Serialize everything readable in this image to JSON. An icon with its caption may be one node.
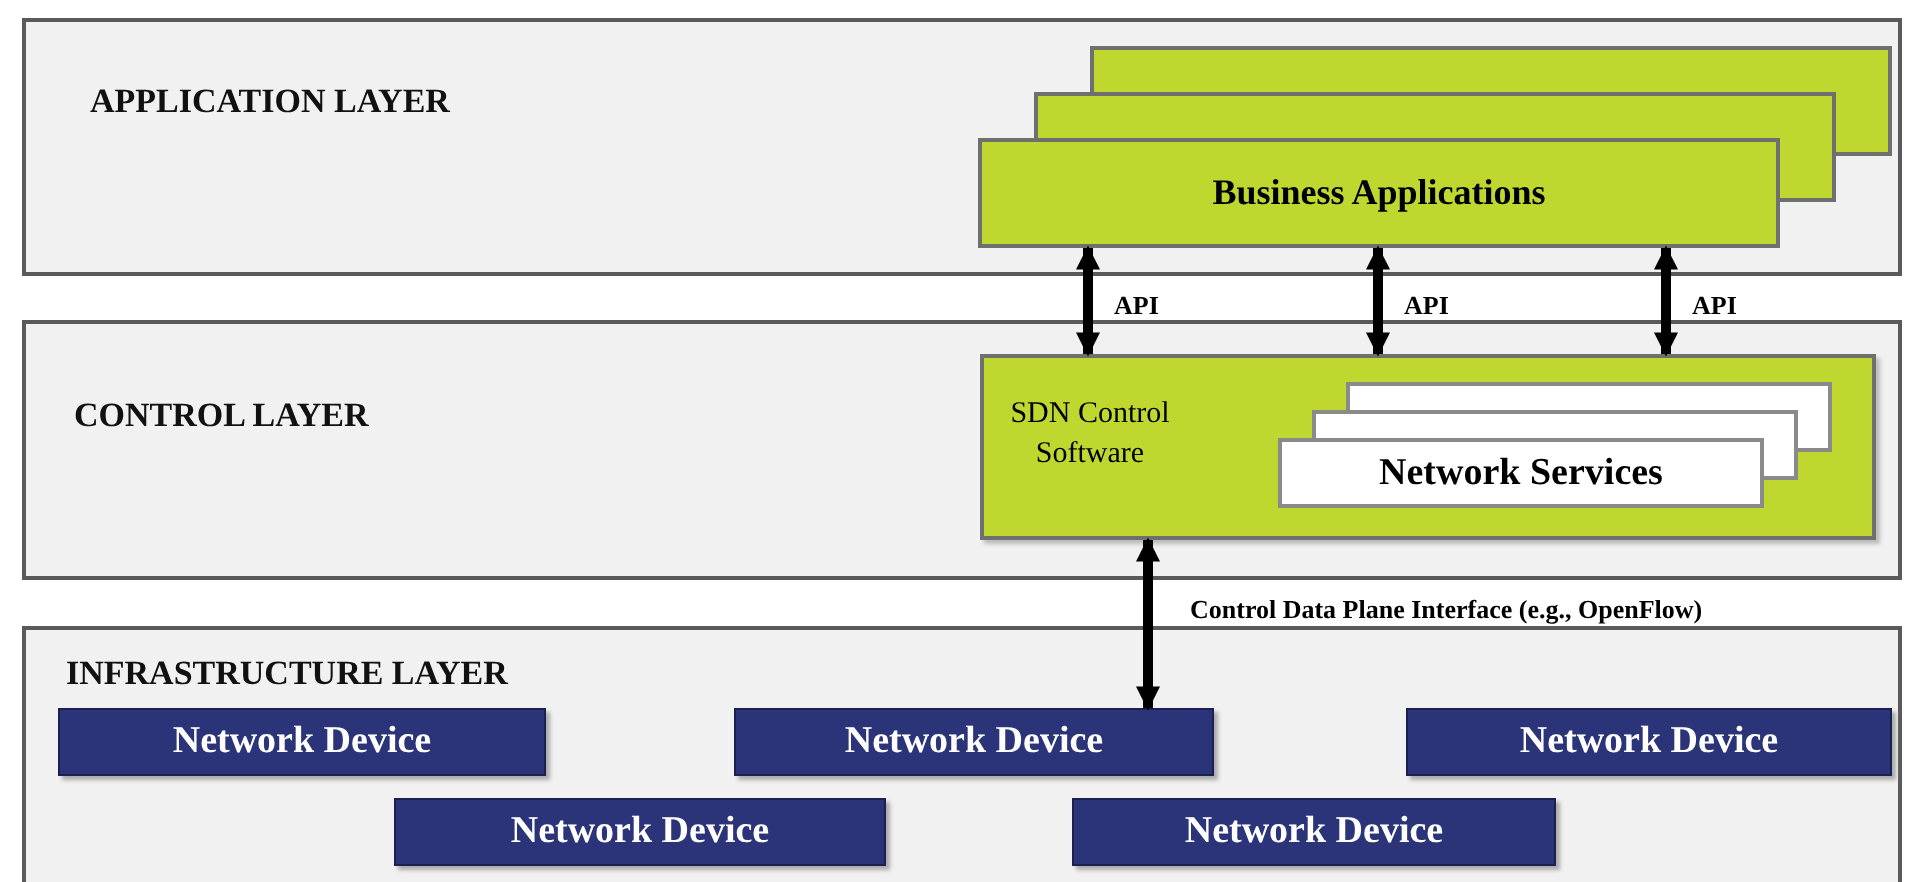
{
  "diagram": {
    "nodes": [
      {
        "text": [
          "APPLICATION LAYER"
        ]
      },
      {
        "text": [
          "Business Applications"
        ],
        "in": 0
      },
      {
        "text": [
          "CONTROL LAYER"
        ]
      },
      {
        "text": [
          "SDN Control Software"
        ],
        "in": 2
      },
      {
        "text": [
          "Network Services"
        ],
        "in": 3
      },
      {
        "text": [
          "INFRASTRUCTURE LAYER"
        ]
      },
      {
        "text": [
          "Network Device"
        ],
        "in": 5
      },
      {
        "text": [
          "Network Device"
        ],
        "in": 5
      },
      {
        "text": [
          "Network Device"
        ],
        "in": 5
      },
      {
        "text": [
          "Network Device"
        ],
        "in": 5
      },
      {
        "text": [
          "Network Device"
        ],
        "in": 5
      }
    ],
    "edges": [
      {
        "from": 1,
        "to": 3,
        "arrow": "both",
        "label": "API"
      },
      {
        "from": 1,
        "to": 3,
        "arrow": "both",
        "label": "API"
      },
      {
        "from": 1,
        "to": 3,
        "arrow": "both",
        "label": "API"
      },
      {
        "from": 3,
        "to": 7,
        "arrow": "both",
        "label": "Control Data Plane Interface (e.g., OpenFlow)"
      }
    ]
  }
}
